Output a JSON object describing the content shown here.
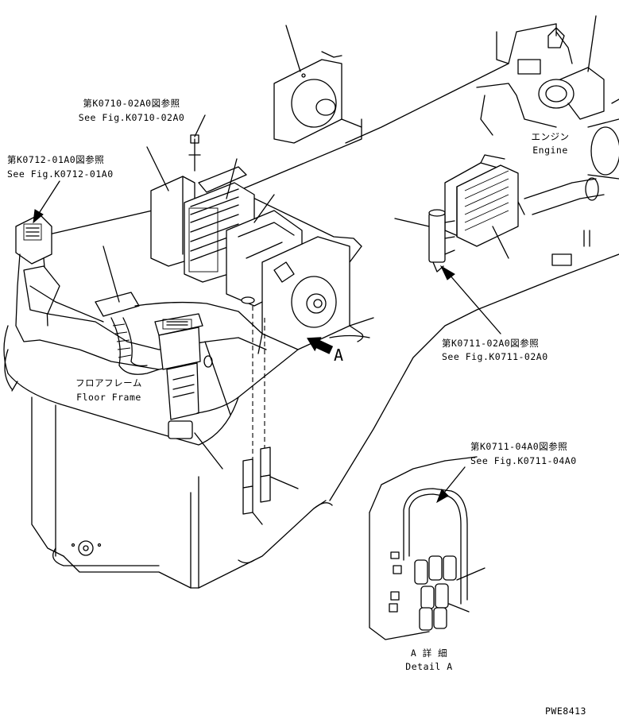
{
  "callouts": {
    "k0710_jp": "第K0710-02A0図参照",
    "k0710_en": "See Fig.K0710-02A0",
    "k0712_jp": "第K0712-01A0図参照",
    "k0712_en": "See Fig.K0712-01A0",
    "k0711_02_jp": "第K0711-02A0図参照",
    "k0711_02_en": "See Fig.K0711-02A0",
    "k0711_04_jp": "第K0711-04A0図参照",
    "k0711_04_en": "See Fig.K0711-04A0"
  },
  "labels": {
    "engine_jp": "エンジン",
    "engine_en": "Engine",
    "floor_frame_jp": "フロアフレーム",
    "floor_frame_en": "Floor Frame",
    "view_arrow": "A",
    "detail_jp": "A 詳 細",
    "detail_en": "Detail A"
  },
  "drawing_number": "PWE8413",
  "icons": [
    "direction-arrow-icon",
    "callout-arrowhead-icon"
  ]
}
